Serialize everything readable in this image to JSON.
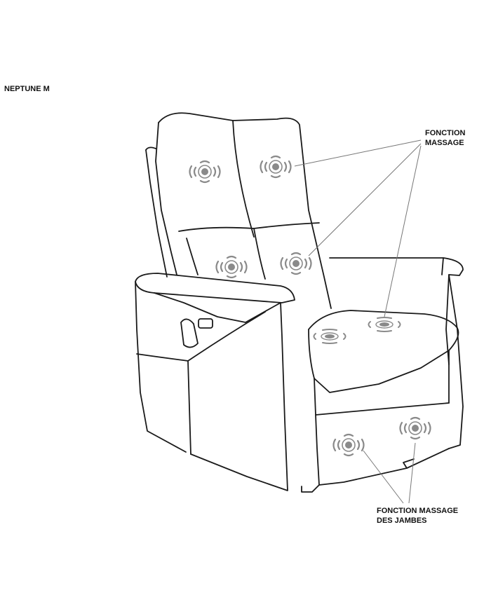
{
  "title": "NEPTUNE M",
  "callouts": {
    "massage": {
      "line1": "FONCTION",
      "line2": "MASSAGE"
    },
    "legs": {
      "line1": "FONCTION MASSAGE",
      "line2": "DES JAMBES"
    }
  },
  "icons": {
    "massage_zone": "vibration-icon",
    "remote": "control-button-icon"
  },
  "colors": {
    "outline": "#1a1a1a",
    "icon": "#8a8a8a",
    "pointer": "#777777"
  }
}
